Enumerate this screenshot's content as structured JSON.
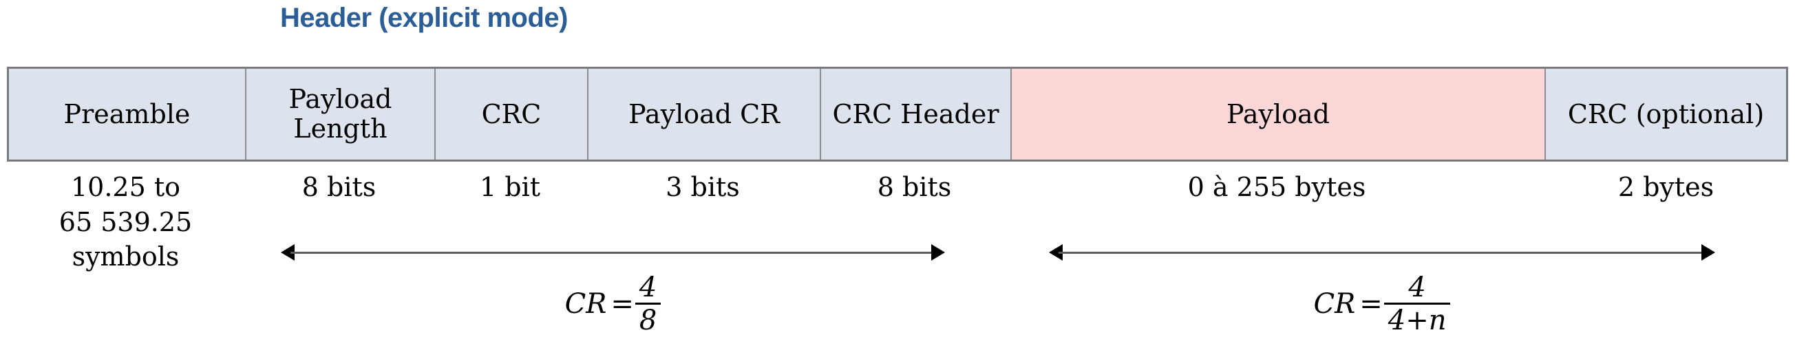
{
  "title": "Header (explicit mode)",
  "colors": {
    "title_blue": "#2B5D96",
    "field_fill": "#DDE3ED",
    "payload_fill": "#FBD7D7",
    "border": "#7A7A7F",
    "arrow": "#5C5C5C"
  },
  "frame": {
    "fields": [
      {
        "label": "Preamble",
        "fill": "field_fill"
      },
      {
        "label": "Payload\nLength",
        "fill": "field_fill"
      },
      {
        "label": "CRC",
        "fill": "field_fill"
      },
      {
        "label": "Payload CR",
        "fill": "field_fill"
      },
      {
        "label": "CRC\nHeader",
        "fill": "field_fill"
      },
      {
        "label": "Payload",
        "fill": "payload_fill"
      },
      {
        "label": "CRC\n(optional)",
        "fill": "field_fill"
      }
    ]
  },
  "annotations": {
    "sizes": [
      {
        "text": "10.25 to\n65 539.25\nsymbols"
      },
      {
        "text": "8 bits"
      },
      {
        "text": "1 bit"
      },
      {
        "text": "3 bits"
      },
      {
        "text": "8 bits"
      },
      {
        "text": "0 à 255 bytes"
      },
      {
        "text": "2 bytes"
      }
    ],
    "formulas": [
      {
        "lhs": "CR",
        "eq": "=",
        "numerator": "4",
        "denominator": "8"
      },
      {
        "lhs": "CR",
        "eq": "=",
        "numerator": "4",
        "denominator": "4+n"
      }
    ]
  }
}
